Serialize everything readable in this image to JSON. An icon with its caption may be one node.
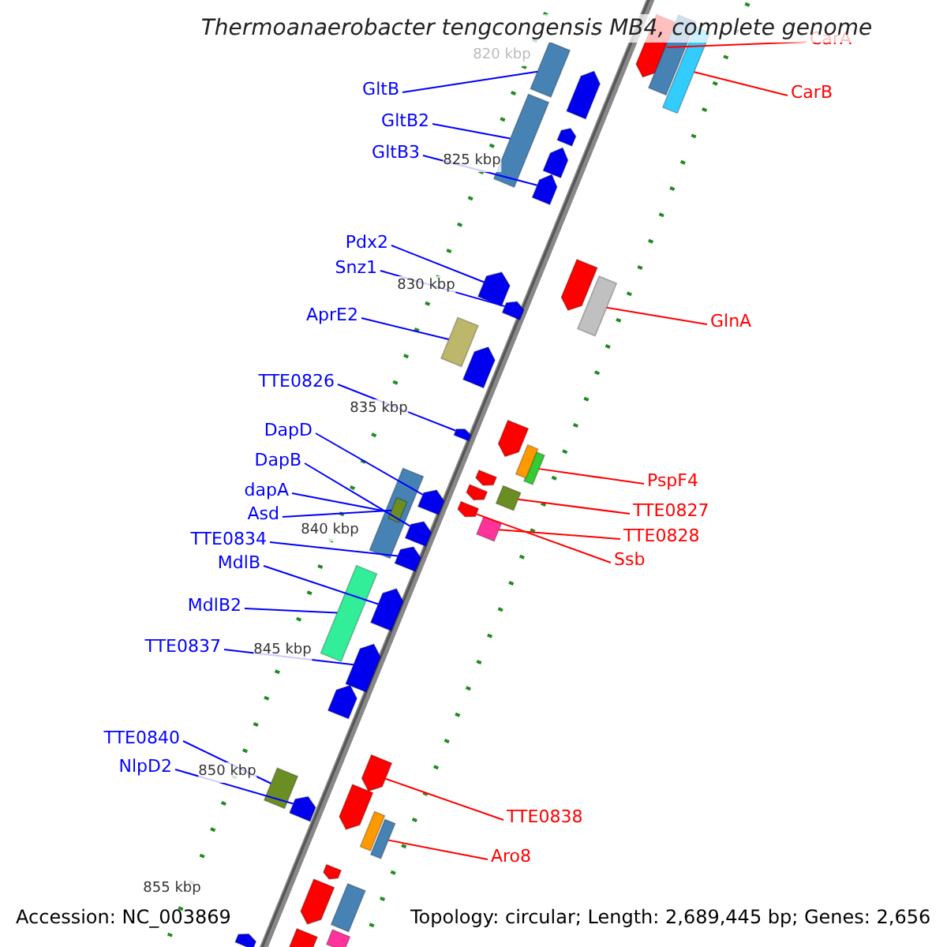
{
  "diagram": {
    "title": "Thermoanaerobacter tengcongensis MB4, complete genome",
    "nodes": [
      {
        "text": [
          "CarA"
        ]
      },
      {
        "text": [
          "CarB"
        ]
      },
      {
        "text": [
          "GltB"
        ]
      },
      {
        "text": [
          "GltB2"
        ]
      },
      {
        "text": [
          "GltB3"
        ]
      },
      {
        "text": [
          "Pdx2"
        ]
      },
      {
        "text": [
          "Snz1"
        ]
      },
      {
        "text": [
          "GlnA"
        ]
      },
      {
        "text": [
          "AprE2"
        ]
      },
      {
        "text": [
          "TTE0826"
        ]
      },
      {
        "text": [
          "DapD"
        ]
      },
      {
        "text": [
          "PspF4"
        ]
      },
      {
        "text": [
          "DapB"
        ]
      },
      {
        "text": [
          "TTE0827"
        ]
      },
      {
        "text": [
          "dapA"
        ]
      },
      {
        "text": [
          "TTE0828"
        ]
      },
      {
        "text": [
          "Asd"
        ]
      },
      {
        "text": [
          "Ssb"
        ]
      },
      {
        "text": [
          "TTE0834"
        ]
      },
      {
        "text": [
          "MdlB"
        ]
      },
      {
        "text": [
          "MdlB2"
        ]
      },
      {
        "text": [
          "TTE0837"
        ]
      },
      {
        "text": [
          "TTE0840"
        ]
      },
      {
        "text": [
          "NlpD2"
        ]
      },
      {
        "text": [
          "TTE0838"
        ]
      },
      {
        "text": [
          "Aro8"
        ]
      },
      {
        "text": [],
        "shape": "box"
      },
      {
        "text": [],
        "shape": "box"
      },
      {
        "text": [],
        "shape": "box"
      },
      {
        "text": [],
        "shape": "box"
      },
      {
        "text": [],
        "shape": "box"
      },
      {
        "text": [],
        "shape": "box"
      },
      {
        "text": [],
        "shape": "box"
      },
      {
        "text": [],
        "shape": "box"
      },
      {
        "text": [],
        "shape": "box"
      },
      {
        "text": [],
        "shape": "box"
      },
      {
        "text": [],
        "shape": "box"
      },
      {
        "text": [],
        "shape": "box"
      },
      {
        "text": [],
        "shape": "box"
      },
      {
        "text": [],
        "shape": "box"
      },
      {
        "text": [],
        "shape": "box"
      },
      {
        "text": [],
        "shape": "box"
      },
      {
        "text": [],
        "shape": "box",
        "in": 40
      },
      {
        "text": [],
        "shape": "box"
      },
      {
        "text": [],
        "shape": "box"
      },
      {
        "text": [],
        "shape": "box"
      },
      {
        "text": [],
        "shape": "box"
      },
      {
        "text": [],
        "shape": "box"
      },
      {
        "text": [],
        "shape": "box"
      },
      {
        "text": [],
        "shape": "box"
      },
      {
        "text": [],
        "shape": "box"
      },
      {
        "text": [],
        "shape": "box"
      },
      {
        "text": [],
        "shape": "box"
      },
      {
        "text": [],
        "shape": "box"
      },
      {
        "text": [],
        "shape": "box"
      },
      {
        "text": [],
        "shape": "box"
      },
      {
        "text": [],
        "shape": "box"
      },
      {
        "text": [],
        "shape": "box"
      },
      {
        "text": [],
        "shape": "box"
      },
      {
        "text": [],
        "shape": "box"
      },
      {
        "text": [],
        "shape": "box"
      },
      {
        "text": [],
        "shape": "box"
      },
      {
        "text": [],
        "shape": "box"
      },
      {
        "text": [],
        "shape": "box"
      },
      {
        "text": [],
        "shape": "box"
      },
      {
        "text": [],
        "shape": "box"
      },
      {
        "text": [],
        "shape": "box"
      },
      {
        "text": [],
        "shape": "box"
      },
      {
        "text": [],
        "shape": "box"
      },
      {
        "text": [],
        "shape": "box"
      },
      {
        "text": [],
        "shape": "box"
      }
    ],
    "edges": [
      {
        "from": 0,
        "to": 26,
        "arrow": "none",
        "color": "#ff0000"
      },
      {
        "from": 1,
        "to": 27,
        "arrow": "none",
        "color": "#ff0000"
      },
      {
        "from": 2,
        "to": 28,
        "arrow": "none"
      },
      {
        "from": 3,
        "to": 29,
        "arrow": "none"
      },
      {
        "from": 4,
        "to": 30,
        "arrow": "none"
      },
      {
        "from": 5,
        "to": 31,
        "arrow": "none"
      },
      {
        "from": 6,
        "to": 32,
        "arrow": "none"
      },
      {
        "from": 7,
        "to": 33,
        "arrow": "none",
        "color": "#ff0000"
      },
      {
        "from": 8,
        "to": 34,
        "arrow": "none"
      },
      {
        "from": 9,
        "to": 35,
        "arrow": "none"
      },
      {
        "from": 10,
        "to": 36,
        "arrow": "none"
      },
      {
        "from": 11,
        "to": 37,
        "arrow": "none",
        "color": "#ff0000"
      },
      {
        "from": 12,
        "to": 38,
        "arrow": "none"
      },
      {
        "from": 13,
        "to": 39,
        "arrow": "none",
        "color": "#ff0000"
      },
      {
        "from": 14,
        "to": 40,
        "arrow": "none"
      },
      {
        "from": 15,
        "to": 41,
        "arrow": "none",
        "color": "#ff0000"
      },
      {
        "from": 16,
        "to": 42,
        "arrow": "none"
      },
      {
        "from": 17,
        "to": 43,
        "arrow": "none",
        "color": "#ff0000"
      },
      {
        "from": 18,
        "to": 44,
        "arrow": "none"
      },
      {
        "from": 19,
        "to": 45,
        "arrow": "none"
      },
      {
        "from": 20,
        "to": 46,
        "arrow": "none"
      },
      {
        "from": 21,
        "to": 47,
        "arrow": "none"
      },
      {
        "from": 22,
        "to": 48,
        "arrow": "none"
      },
      {
        "from": 23,
        "to": 49,
        "arrow": "none"
      },
      {
        "from": 24,
        "to": 50,
        "arrow": "none",
        "color": "#ff0000"
      },
      {
        "from": 25,
        "to": 51,
        "arrow": "none",
        "color": "#ff0000"
      }
    ],
    "labels": [
      "820 kbp",
      "825 kbp",
      "830 kbp",
      "835 kbp",
      "840 kbp",
      "845 kbp",
      "850 kbp",
      "855 kbp",
      "Accession: NC_003869",
      "Topology: circular; Length: 2,689,445 bp; Genes: 2,656"
    ]
  }
}
